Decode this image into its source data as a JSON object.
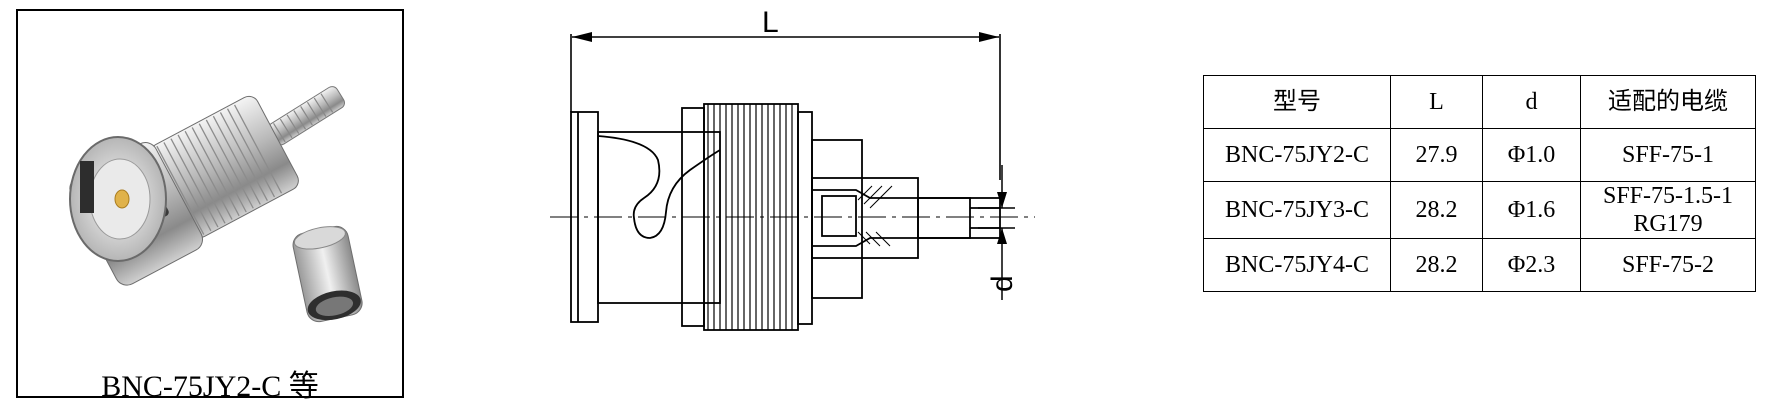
{
  "photo": {
    "caption": "BNC-75JY2-C 等"
  },
  "drawing": {
    "length_label": "L",
    "diameter_label": "d"
  },
  "table": {
    "headers": [
      "型号",
      "L",
      "d",
      "适配的电缆"
    ],
    "rows": [
      {
        "model": "BNC-75JY2-C",
        "L": "27.9",
        "d": "Φ1.0",
        "cable": [
          "SFF-75-1"
        ]
      },
      {
        "model": "BNC-75JY3-C",
        "L": "28.2",
        "d": "Φ1.6",
        "cable": [
          "SFF-75-1.5-1",
          "RG179"
        ]
      },
      {
        "model": "BNC-75JY4-C",
        "L": "28.2",
        "d": "Φ2.3",
        "cable": [
          "SFF-75-2"
        ]
      }
    ]
  }
}
